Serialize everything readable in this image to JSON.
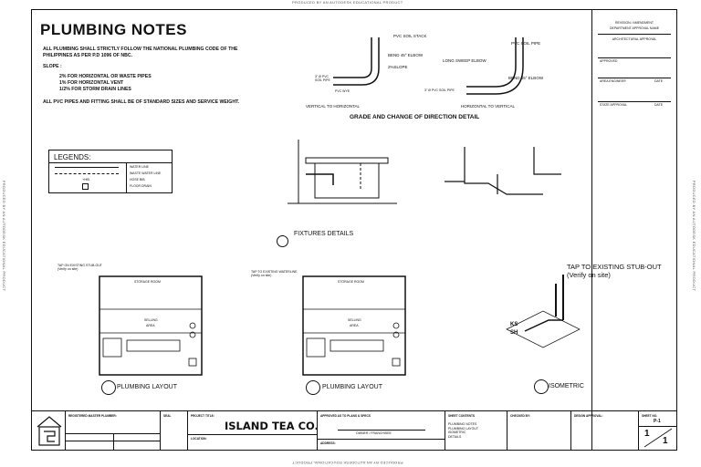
{
  "watermark": {
    "top": "PRODUCED BY AN AUTODESK EDUCATIONAL PRODUCT",
    "bottom": "PRODUCED BY AN AUTODESK EDUCATIONAL PRODUCT",
    "left": "PRODUCED BY AN AUTODESK EDUCATIONAL PRODUCT",
    "right": "PRODUCED BY AN AUTODESK EDUCATIONAL PRODUCT"
  },
  "notes": {
    "title": "PLUMBING NOTES",
    "line1": "ALL PLUMBING SHALL STRICTLY FOLLOW THE NATIONAL PLUMBING CODE OF THE",
    "line2": "PHILIPPINES AS PER P.D 1096 OF NBC.",
    "slope_label": "SLOPE :",
    "slope_items": [
      "2% FOR HORIZONTAL OR WASTE PIPES",
      "1% FOR HORIZONTAL VENT",
      "1/2% FOR STORM DRAIN LINES"
    ],
    "pvc_note": "ALL PVC PIPES AND FITTING SHALL BE OF STANDARD SIZES AND SERVICE WEIGHT."
  },
  "detail": {
    "pvc_soil_stack": "PVC SOIL STACK",
    "bend_45_elbow": "BEND 45° ELBOW",
    "slope_2pct": "2%SLOPE",
    "pvc_soil_pipe_left": "3\" Ø PVC SOIL PIPE",
    "pvc_wye": "PVC WYE",
    "pvc_soil_pipe": "PVC SOIL PIPE",
    "long_sweep_elbow": "LONG SWEEP ELBOW",
    "bend_45_elbow_right": "BEND 45° ELBOW",
    "pvc_soil_pipe_right": "3\" Ø PVC SOIL PIPE",
    "vertical_to_horizontal": "VERTICAL TO HORIZONTAL",
    "horizontal_to_vertical": "HORIZONTAL TO VERTICAL",
    "grade_title": "GRADE AND CHANGE OF DIRECTION DETAIL"
  },
  "legend": {
    "title": "LEGENDS:",
    "items": [
      "WATER LINE",
      "WASTE WATER LINE",
      "HOSE BIB",
      "FLOOR DRAIN"
    ]
  },
  "fixtures": {
    "title": "FIXTURES DETAILS"
  },
  "layout1": {
    "title": "PLUMBING LAYOUT",
    "storage": "STORAGE ROOM",
    "selling": "SELLING",
    "area": "AREA",
    "tap_note": "TAP ON EXISTING STUB-OUT (Verify on site)"
  },
  "layout2": {
    "title": "PLUMBING LAYOUT",
    "storage": "STORAGE ROOM",
    "selling": "SELLING",
    "area": "AREA",
    "tap_note": "TAP TO EXISTING WATERLINE (Verify on site)"
  },
  "isometric": {
    "title": "ISOMETRIC",
    "tap_note_1": "TAP TO EXISTING STUB-OUT",
    "tap_note_2": "(Verify on site)",
    "ks": "KS",
    "sh": "SH"
  },
  "right_panel": {
    "lines": [
      "REVISION / AMENDMENT",
      "DEPARTMENT APPROVAL NAME",
      "ARCHITECTURAL APPROVAL",
      "APPROVED",
      "AREA ENGINEER",
      "DATE",
      "STATE APPROVAL",
      "DATE"
    ]
  },
  "title_block": {
    "registered_master_plumber": "REGISTERED MASTER PLUMBER:",
    "seal": "SEAL",
    "project_title_label": "PROJECT TITLE:",
    "project_title": "ISLAND TEA CO.",
    "location_label": "LOCATION:",
    "approved_as_to_plans": "APPROVED AS TO PLANS & SPECS",
    "owner": "OWNER / FRANCHISEE",
    "address": "ADDRESS:",
    "sheet_contents_label": "SHEET CONTENTS",
    "sheet_contents": [
      "PLUMBING NOTES",
      "PLUMBING LAYOUT",
      "ISOMETRIC",
      "DETAILS"
    ],
    "checked_by": "CHECKED BY:",
    "design_approval": "DESIGN APPROVAL:",
    "sheet_no_label": "SHEET NO.",
    "sheet_no": "P-1",
    "sheet_num": "1",
    "sheet_total": "1"
  }
}
